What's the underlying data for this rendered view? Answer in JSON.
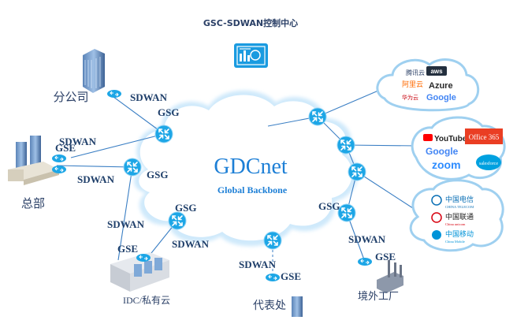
{
  "header": {
    "title": "GSC-SDWAN控制中心"
  },
  "core": {
    "title": "GDCnet",
    "subtitle": "Global Backbone"
  },
  "sites": {
    "branch": "分公司",
    "hq": "总部",
    "idc": "IDC/私有云",
    "rep": "代表处",
    "factory": "境外工厂"
  },
  "links": {
    "branch_sdwan": "SDWAN",
    "hq_sdwan1": "SDWAN",
    "hq_sdwan2": "SDWAN",
    "idc_sdwan1": "SDWAN",
    "idc_sdwan2": "SDWAN",
    "rep_sdwan": "SDWAN",
    "factory_sdwan": "SDWAN"
  },
  "nodes": {
    "gsg_branch": "GSG",
    "gsg_hq": "GSG",
    "gsg_idc": "GSG",
    "gsg_factory": "GSG",
    "gse_hq": "GSE",
    "gse_idc": "GSE",
    "gse_rep": "GSE",
    "gse_factory": "GSE"
  },
  "clouds": {
    "public_cloud": [
      "腾讯云",
      "aws",
      "阿里云",
      "Azure",
      "华为云",
      "Google"
    ],
    "saas": [
      "YouTube",
      "Office 365",
      "Google",
      "zoom",
      "salesforce"
    ],
    "carriers": [
      "中国电信",
      "CHINA TELECOM",
      "中国联通",
      "China unicom",
      "中国移动",
      "China Mobile"
    ]
  },
  "colors": {
    "router": "#1da6e6",
    "cloud_edge": "#9fd0f0",
    "cloud_fill": "#ffffff",
    "line": "#3b7fc4"
  }
}
